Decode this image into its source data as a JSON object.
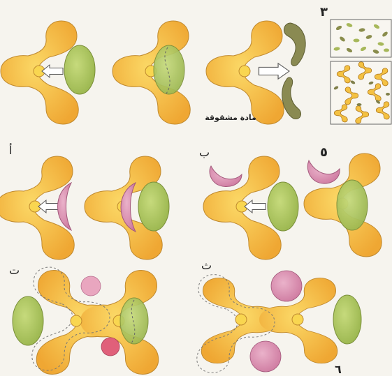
{
  "labels": {
    "fig3": "٣",
    "split_substance": "مادة مشقوقة",
    "a": "أ",
    "b": "ب",
    "fig5": "٥",
    "t": "ت",
    "th": "ث",
    "fig6": "٦"
  },
  "colors": {
    "background": "#f6f4ee",
    "enzyme": "#f4c142",
    "enzyme_outline": "#c08a30",
    "substrate_green": "#a8c35a",
    "inhibitor_pink": "#d98fb0",
    "product_olive": "#7f7f4a"
  }
}
